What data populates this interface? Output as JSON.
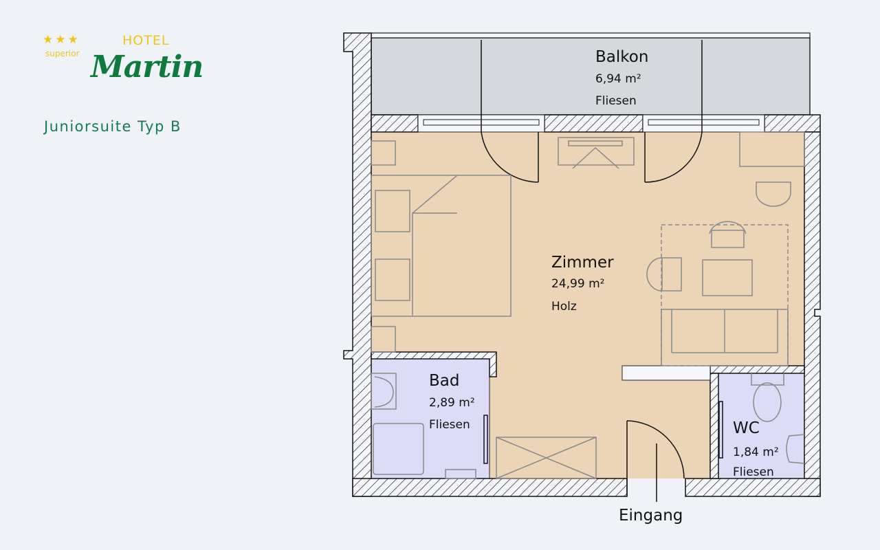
{
  "logo": {
    "stars": "★★★",
    "superior": "superior",
    "hotel": "HOTEL",
    "name": "Martin"
  },
  "title": "Juniorsuite Typ B",
  "rooms": {
    "balkon": {
      "name": "Balkon",
      "area": "6,94 m²",
      "floor": "Fliesen"
    },
    "zimmer": {
      "name": "Zimmer",
      "area": "24,99 m²",
      "floor": "Holz"
    },
    "bad": {
      "name": "Bad",
      "area": "2,89 m²",
      "floor": "Fliesen"
    },
    "wc": {
      "name": "WC",
      "area": "1,84 m²",
      "floor": "Fliesen"
    }
  },
  "entrance": "Eingang",
  "colors": {
    "room": "#ebd5b6",
    "balcony": "#d5d8dd",
    "wet": "#dcdcf6",
    "brand_green": "#0f7a3e",
    "brand_gold": "#f0c419"
  }
}
